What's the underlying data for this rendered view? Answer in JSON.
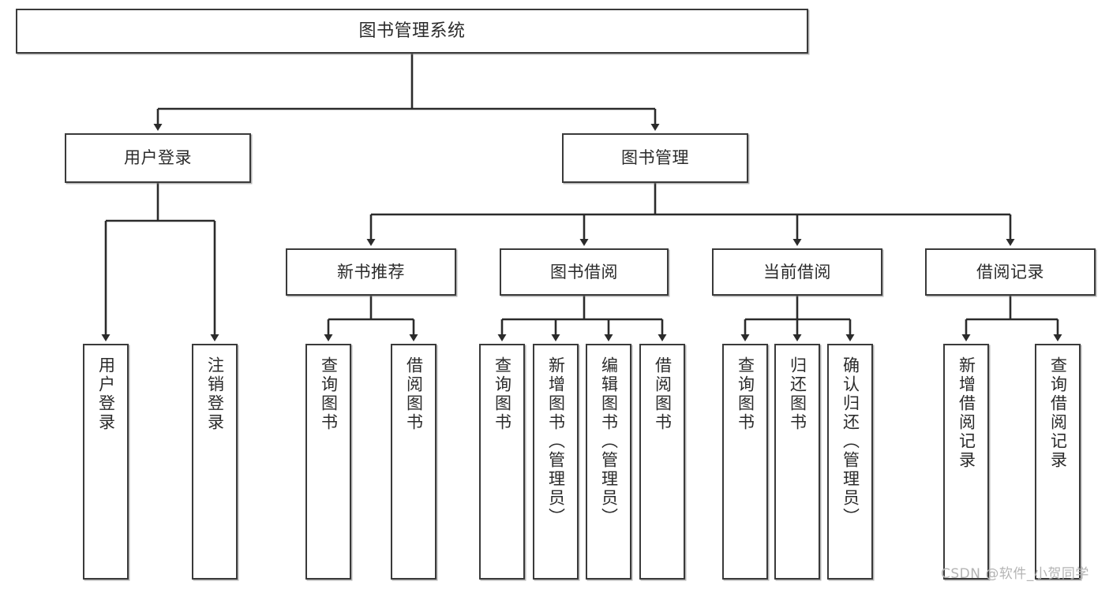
{
  "diagram": {
    "title": "图书管理系统",
    "type": "tree-hierarchy-chart",
    "colors": {
      "box_border": "#3a3a3a",
      "box_fill": "#ffffff",
      "text": "#2b2b2b",
      "connector": "#2b2b2b",
      "watermark": "#b4b4b4",
      "background": "#ffffff"
    },
    "root": {
      "label": "图书管理系统"
    },
    "level2": [
      {
        "label": "用户登录"
      },
      {
        "label": "图书管理"
      }
    ],
    "level3": [
      {
        "label": "新书推荐"
      },
      {
        "label": "图书借阅"
      },
      {
        "label": "当前借阅"
      },
      {
        "label": "借阅记录"
      }
    ],
    "leaves": {
      "user_login": [
        {
          "label": "用户登录"
        },
        {
          "label": "注销登录"
        }
      ],
      "new_book_recommend": [
        {
          "label": "查询图书"
        },
        {
          "label": "借阅图书"
        }
      ],
      "book_borrow": [
        {
          "label": "查询图书"
        },
        {
          "label": "新增图书（管理员）"
        },
        {
          "label": "编辑图书（管理员）"
        },
        {
          "label": "借阅图书"
        }
      ],
      "current_borrow": [
        {
          "label": "查询图书"
        },
        {
          "label": "归还图书"
        },
        {
          "label": "确认归还（管理员）"
        }
      ],
      "borrow_record": [
        {
          "label": "新增借阅记录"
        },
        {
          "label": "查询借阅记录"
        }
      ]
    }
  },
  "watermark": {
    "text": "CSDN @软件_小贺同学"
  }
}
